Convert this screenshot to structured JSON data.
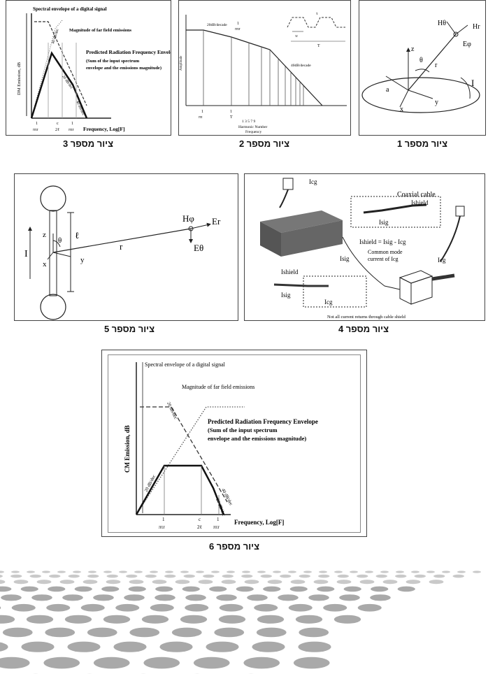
{
  "captions": {
    "fig1": "ציור מספר 1",
    "fig2": "ציור מספר 2",
    "fig3": "ציור מספר 3",
    "fig4": "ציור מספר 4",
    "fig5": "ציור מספר 5",
    "fig6": "ציור מספר 6"
  },
  "fig1": {
    "h_theta": "Hθ",
    "h_r": "Hr",
    "e_phi": "Eφ",
    "z": "z",
    "theta": "θ",
    "r": "r",
    "a": "a",
    "y": "y",
    "x": "x",
    "i": "I"
  },
  "fig2": {
    "slope1": "20dB/decade",
    "slope2": "40dB/decade",
    "tick_1": "1",
    "tick_pitr": "πτ",
    "tick_pit": "πτr",
    "tick_T": "T",
    "harm": "1   3   5   7  9",
    "xlabel1": "Harmonic Number",
    "xlabel2": "Frequency",
    "ylabel": "Amplitude",
    "tr": "τr",
    "tau": "τ",
    "T": "T"
  },
  "fig3": {
    "spectral": "Spectral envelope of a digital signal",
    "magnitude": "Magnitude of far field emissions",
    "predicted": "Predicted Radiation Frequency Envelope",
    "sum1": "(Sum of the input spectrum",
    "sum2": "envelope and the emissions magnitude)",
    "ylabel": "DM Emission, dB",
    "xlabel": "Frequency, Log[F]",
    "slope_a": "40 dB/dec",
    "slope_b": "20 dB/dec",
    "slope_c": "40 dB/dec",
    "t1n": "1",
    "t1d": "πτr",
    "t2n": "c",
    "t2d": "2ℓ",
    "t3n": "1",
    "t3d": "πτr"
  },
  "fig4": {
    "coax": "Coaxial cable",
    "ishield_top": "Ishield",
    "isig_top": "Isig",
    "icg_top": "Icg",
    "equation": "Ishield = Isig - Icg",
    "common1": "Common mode",
    "common2": "current of Icg",
    "isig_mid": "Isig",
    "icg_right": "Icg",
    "ishield_bot": "Ishield",
    "isig_bot": "Isig",
    "icg_bot": "Icg",
    "note": "Not all current returns through cable shield"
  },
  "fig5": {
    "h_phi": "Hφ",
    "e_r": "Er",
    "e_theta": "Eθ",
    "z": "z",
    "theta": "θ",
    "ell": "ℓ",
    "r": "r",
    "x": "x",
    "y": "y",
    "i": "I"
  },
  "fig6": {
    "spectral": "Spectral envelope of a digital signal",
    "magnitude": "Magnitude of far field emissions",
    "predicted": "Predicted Radiation Frequency Envelope",
    "sum1": "(Sum of the input spectrum",
    "sum2": "envelope and the emissions magnitude)",
    "ylabel": "CM Emission, dB",
    "xlabel": "Frequency, Log[F]",
    "slope_a": "20 dB/dec",
    "slope_b": "20 dB/dec",
    "slope_c": "40 dB/dec",
    "slope_d": "20 dB/dec",
    "t1n": "1",
    "t1d": "πτr",
    "t2n": "c",
    "t2d": "2ℓ",
    "t3n": "1",
    "t3d": "πτr"
  }
}
